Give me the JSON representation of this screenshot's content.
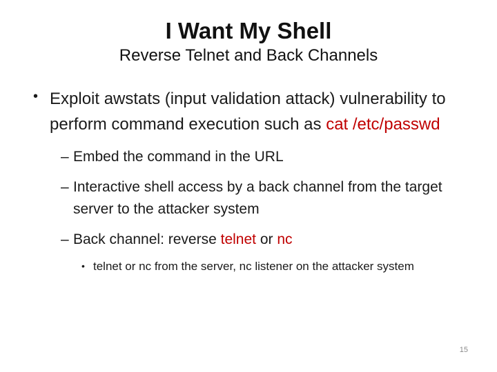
{
  "slide": {
    "title": "I Want My Shell",
    "subtitle": "Reverse Telnet and Back Channels",
    "page_number": "15",
    "colors": {
      "text": "#1a1a1a",
      "accent_red": "#c00000",
      "page_number_gray": "#898989",
      "background": "#ffffff"
    }
  },
  "glyphs": {
    "bullet_l1": "•",
    "dash_l2": "–",
    "bullet_l3": "•"
  },
  "bullets": {
    "b1": {
      "seg1": "Exploit awstats (input validation attack) vulnerability to perform command execution such as ",
      "seg2": "cat /etc/passwd"
    },
    "sub1": "Embed the command in the URL",
    "sub2": "Interactive shell access by a back channel from the target server to the attacker system",
    "sub3": {
      "seg1": "Back channel: reverse ",
      "seg2": "telnet",
      "seg3": " or ",
      "seg4": "nc"
    },
    "subsub1": "telnet or nc from the server, nc listener on the attacker system"
  }
}
